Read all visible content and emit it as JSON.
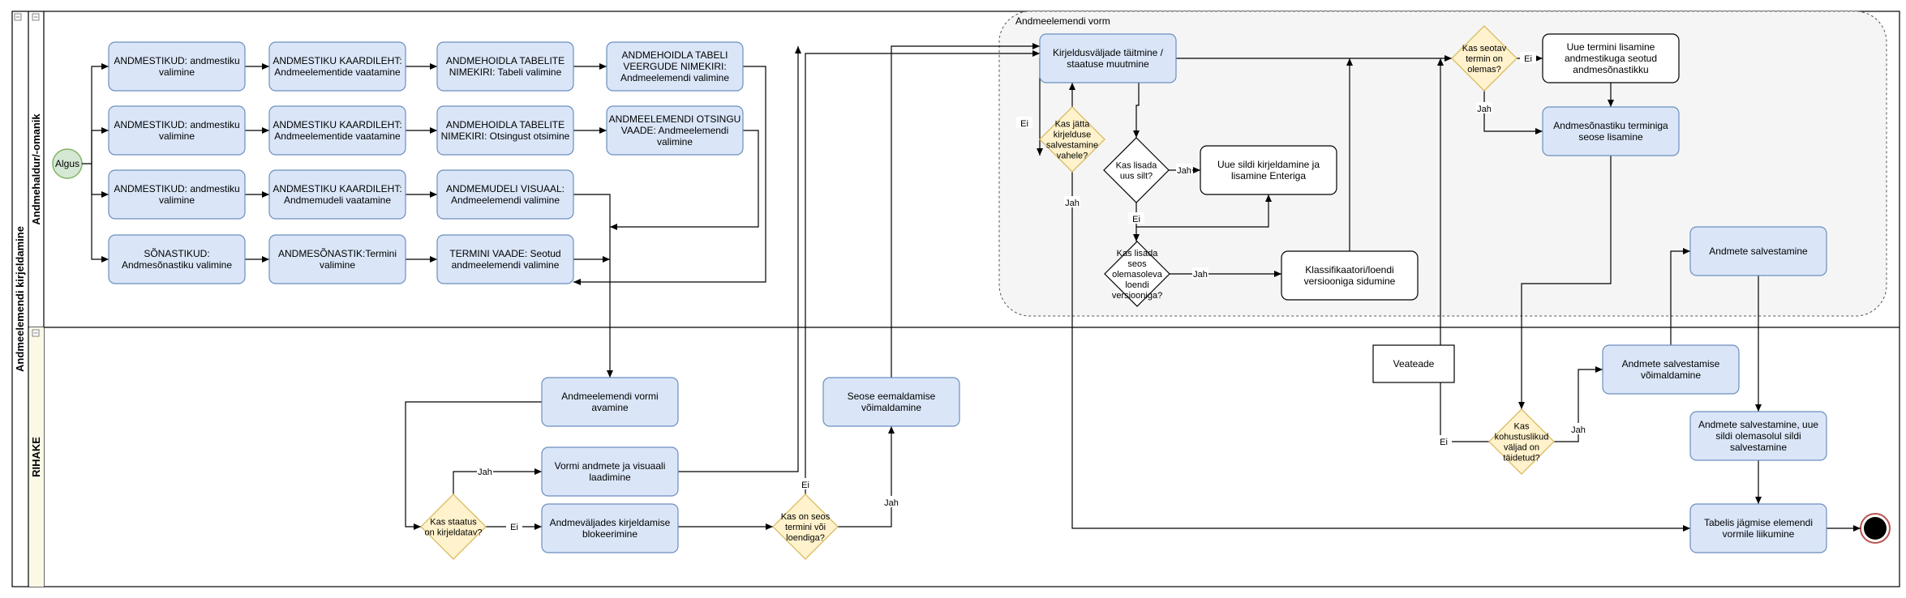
{
  "pool": {
    "title": "Andmeelemendi kirjeldamine"
  },
  "lanes": [
    {
      "id": "owner",
      "title": "Andmehaldur/-omanik"
    },
    {
      "id": "rihake",
      "title": "RIHAKE"
    }
  ],
  "group": {
    "title": "Andmeelemendi vorm"
  },
  "start": {
    "label": "Algus"
  },
  "nodes": [
    {
      "id": "r1a",
      "text": [
        "ANDMESTIKUD: andmestiku",
        "valimine"
      ]
    },
    {
      "id": "r1b",
      "text": [
        "ANDMESTIKU KAARDILEHT:",
        "Andmeelementide vaatamine"
      ]
    },
    {
      "id": "r1c",
      "text": [
        "ANDMEHOIDLA TABELITE",
        "NIMEKIRI: Tabeli valimine"
      ]
    },
    {
      "id": "r1d",
      "text": [
        "ANDMEHOIDLA TABELI",
        "VEERGUDE NIMEKIRI:",
        "Andmeelemendi valimine"
      ]
    },
    {
      "id": "r2a",
      "text": [
        "ANDMESTIKUD: andmestiku",
        "valimine"
      ]
    },
    {
      "id": "r2b",
      "text": [
        "ANDMESTIKU KAARDILEHT:",
        "Andmeelementide vaatamine"
      ]
    },
    {
      "id": "r2c",
      "text": [
        "ANDMEHOIDLA TABELITE",
        "NIMEKIRI: Otsingust otsimine"
      ]
    },
    {
      "id": "r2d",
      "text": [
        "ANDMEELEMENDI OTSINGU",
        "VAADE: Andmeelemendi",
        "valimine"
      ]
    },
    {
      "id": "r3a",
      "text": [
        "ANDMESTIKUD: andmestiku",
        "valimine"
      ]
    },
    {
      "id": "r3b",
      "text": [
        "ANDMESTIKU KAARDILEHT:",
        "Andmemudeli vaatamine"
      ]
    },
    {
      "id": "r3c",
      "text": [
        "ANDMEMUDELI VISUAAL:",
        "Andmeelemendi valimine"
      ]
    },
    {
      "id": "r4a",
      "text": [
        "SÕNASTIKUD:",
        "Andmesõnastiku valimine"
      ]
    },
    {
      "id": "r4b",
      "text": [
        "ANDMESÕNASTIK:Termini",
        "valimine"
      ]
    },
    {
      "id": "r4c",
      "text": [
        "TERMINI VAADE: Seotud",
        "andmeelemendi valimine"
      ]
    },
    {
      "id": "kirj",
      "text": [
        "Kirjeldusväljade täitmine /",
        "staatuse muutmine"
      ]
    },
    {
      "id": "uusilt",
      "text": [
        "Uue sildi kirjeldamine ja",
        "lisamine Enteriga"
      ],
      "white": true
    },
    {
      "id": "klass",
      "text": [
        "Klassifikaatori/loendi",
        "versiooniga sidumine"
      ],
      "white": true
    },
    {
      "id": "uuterm",
      "text": [
        "Uue termini lisamine",
        "andmestikuga seotud",
        "andmesõnastikku"
      ],
      "white": true
    },
    {
      "id": "seose",
      "text": [
        "Andmesõnastiku terminiga",
        "seose lisamine"
      ]
    },
    {
      "id": "salv",
      "text": [
        "Andmete salvestamine"
      ]
    },
    {
      "id": "vorm",
      "text": [
        "Andmeelemendi vormi",
        "avamine"
      ]
    },
    {
      "id": "laad",
      "text": [
        "Vormi andmete ja visuaali",
        "laadimine"
      ]
    },
    {
      "id": "blok",
      "text": [
        "Andmeväljades kirjeldamise",
        "blokeerimine"
      ]
    },
    {
      "id": "eemald",
      "text": [
        "Seose eemaldamise",
        "võimaldamine"
      ]
    },
    {
      "id": "salvvoim",
      "text": [
        "Andmete salvestamise",
        "võimaldamine"
      ]
    },
    {
      "id": "salvuus",
      "text": [
        "Andmete salvestamine, uue",
        "sildi olemasolul sildi",
        "salvestamine"
      ]
    },
    {
      "id": "tabel",
      "text": [
        "Tabelis jägmise elemendi",
        "vormile liikumine"
      ]
    }
  ],
  "decisions": [
    {
      "id": "d_jatta",
      "text": [
        "Kas jätta",
        "kirjelduse",
        "salvestamine",
        "vahele?"
      ]
    },
    {
      "id": "d_silt",
      "text": [
        "Kas lisada",
        "uus silt?"
      ],
      "white": true
    },
    {
      "id": "d_loend",
      "text": [
        "Kas lisada",
        "seos",
        "olemasoleva",
        "loendi",
        "versiooniga?"
      ],
      "white": true
    },
    {
      "id": "d_termin",
      "text": [
        "Kas seotav",
        "termin on",
        "olemas?"
      ]
    },
    {
      "id": "d_staatus",
      "text": [
        "Kas staatus",
        "on kirjeldatav?"
      ]
    },
    {
      "id": "d_seos",
      "text": [
        "Kas on seos",
        "termini või",
        "loendiga?"
      ]
    },
    {
      "id": "d_kohust",
      "text": [
        "Kas",
        "kohustuslikud",
        "väljad on",
        "täidetud?"
      ]
    }
  ],
  "note": {
    "text": "Veateade"
  },
  "edge_labels": {
    "yes": "Jah",
    "no": "Ei"
  }
}
